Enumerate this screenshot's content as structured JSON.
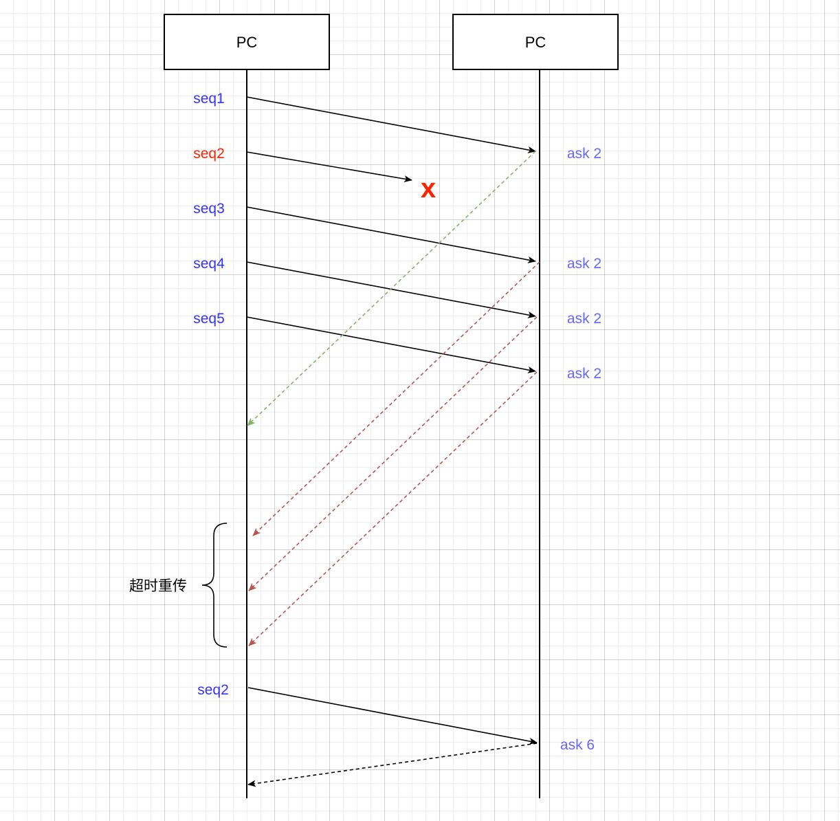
{
  "header": {
    "left_label": "PC",
    "right_label": "PC"
  },
  "sender_labels": [
    {
      "text": "seq1",
      "color": "#3333ff"
    },
    {
      "text": "seq2",
      "color": "#ff2200"
    },
    {
      "text": "seq3",
      "color": "#3333ff"
    },
    {
      "text": "seq4",
      "color": "#3333ff"
    },
    {
      "text": "seq5",
      "color": "#3333ff"
    },
    {
      "text": "seq2",
      "color": "#3333ff"
    }
  ],
  "receiver_labels": [
    {
      "text": "ask 2",
      "color": "#6666ff"
    },
    {
      "text": "ask 2",
      "color": "#6666ff"
    },
    {
      "text": "ask 2",
      "color": "#6666ff"
    },
    {
      "text": "ask 2",
      "color": "#6666ff"
    },
    {
      "text": "ask 6",
      "color": "#6666ff"
    }
  ],
  "lost_marker": {
    "text": "x",
    "color": "#ff2200"
  },
  "bracket_label": "超时重传",
  "colors": {
    "lifeline": "#000000",
    "data_arrow": "#000000",
    "ack_first": "#82b366",
    "ack_duplicate": "#b85450",
    "ack_final": "#000000"
  }
}
